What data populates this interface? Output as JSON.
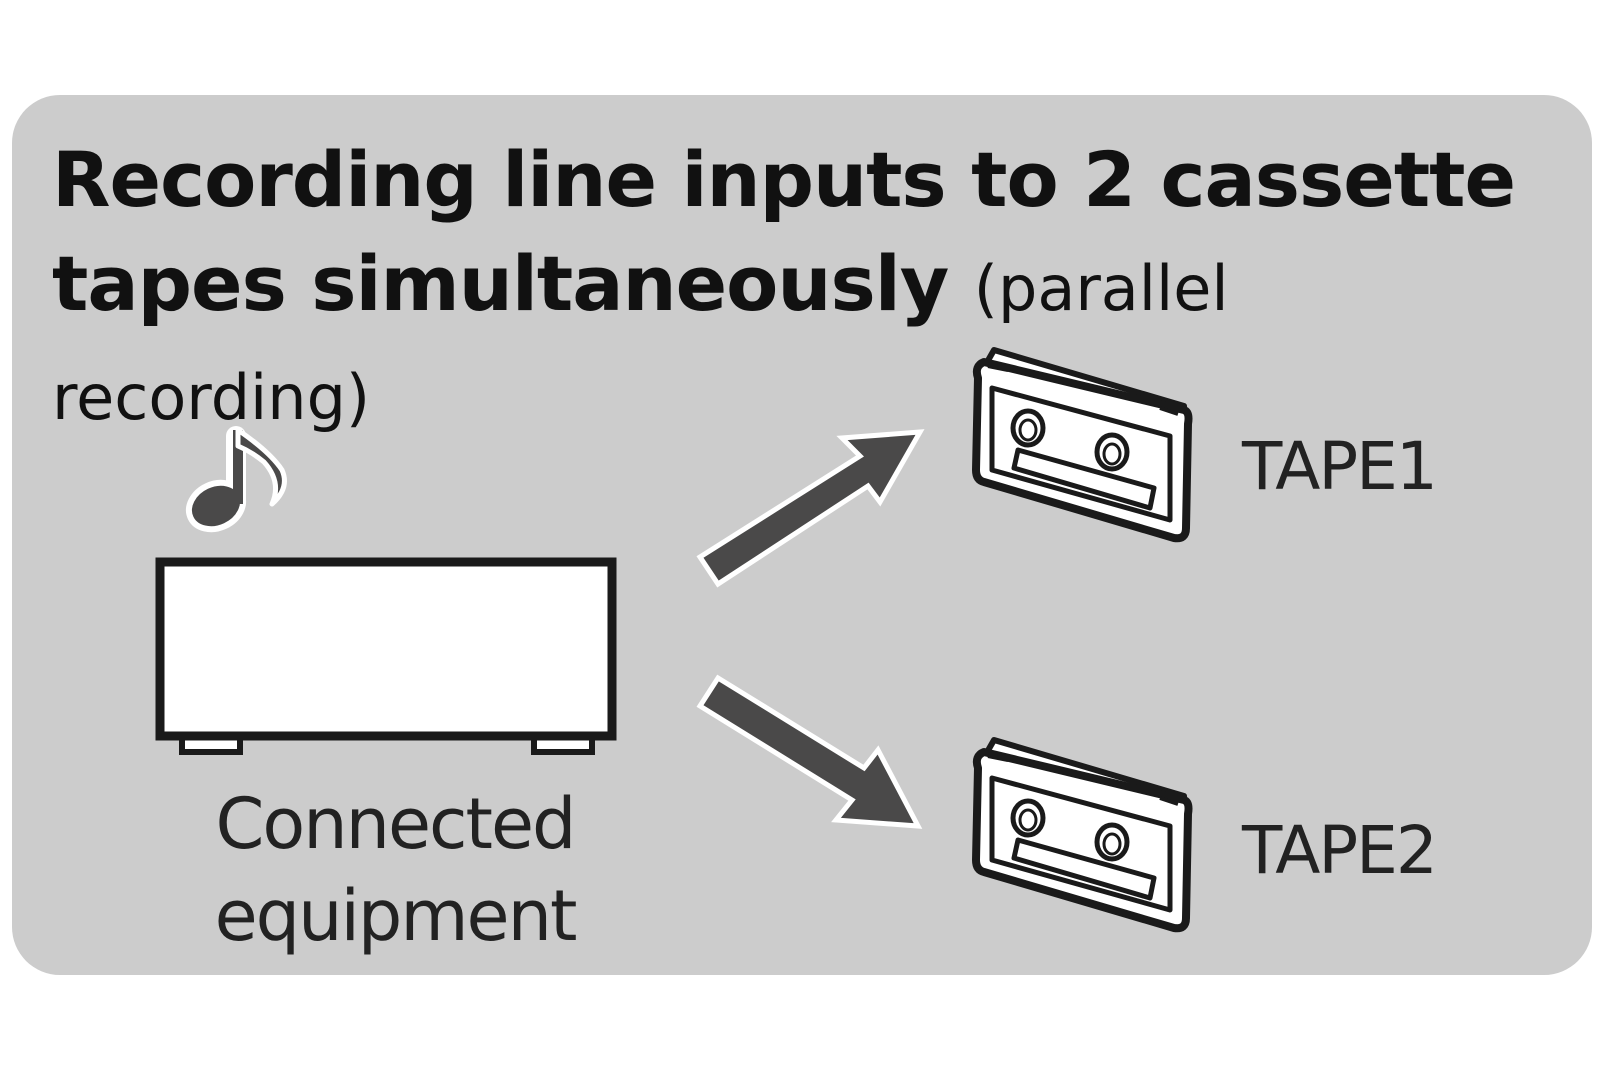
{
  "title": {
    "main": "Recording line inputs to 2 cassette tapes simultaneously",
    "sub": "(parallel recording)"
  },
  "source": {
    "label": "Connected equipment"
  },
  "tapes": [
    {
      "label": "TAPE1"
    },
    {
      "label": "TAPE2"
    }
  ],
  "icons": [
    "music-note-icon",
    "equipment-box-icon",
    "arrow-up-right-icon",
    "arrow-down-right-icon",
    "cassette-tape-icon"
  ],
  "colors": {
    "panel": "#cccccc",
    "dark": "#4a4949",
    "outline": "#1a1a1a",
    "text": "#111111"
  }
}
